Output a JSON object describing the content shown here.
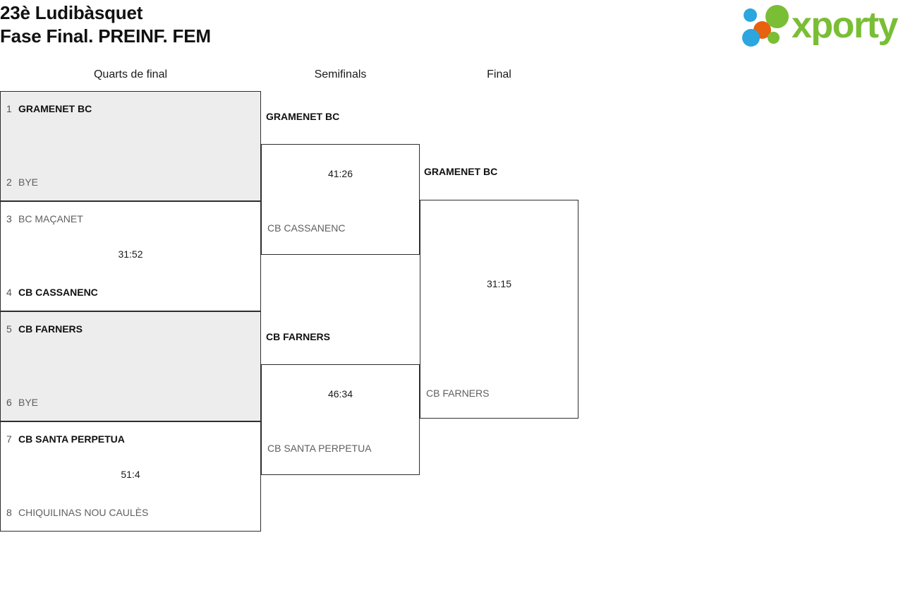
{
  "header": {
    "title_line1": "23è Ludibàsquet",
    "title_line2": "Fase Final. PREINF. FEM",
    "logo_word": "xporty",
    "logo_colors": {
      "blue": "#2BA6DE",
      "orange": "#E8610E",
      "green": "#79BE35"
    }
  },
  "rounds": [
    {
      "label": "Quarts de final"
    },
    {
      "label": "Semifinals"
    },
    {
      "label": "Final"
    }
  ],
  "bracket": {
    "quarterfinals": [
      {
        "shaded": true,
        "score": "",
        "teams": [
          {
            "seed": "1",
            "name": "GRAMENET BC",
            "winner": true
          },
          {
            "seed": "2",
            "name": "BYE",
            "winner": false
          }
        ]
      },
      {
        "shaded": false,
        "score": "31:52",
        "teams": [
          {
            "seed": "3",
            "name": "BC MAÇANET",
            "winner": false
          },
          {
            "seed": "4",
            "name": "CB CASSANENC",
            "winner": true
          }
        ]
      },
      {
        "shaded": true,
        "score": "",
        "teams": [
          {
            "seed": "5",
            "name": "CB FARNERS",
            "winner": true
          },
          {
            "seed": "6",
            "name": "BYE",
            "winner": false
          }
        ]
      },
      {
        "shaded": false,
        "score": "51:4",
        "teams": [
          {
            "seed": "7",
            "name": "CB SANTA PERPETUA",
            "winner": true
          },
          {
            "seed": "8",
            "name": "CHIQUILINAS NOU CAULÈS",
            "winner": false
          }
        ]
      }
    ],
    "semifinals": [
      {
        "score": "41:26",
        "top_team": {
          "name": "GRAMENET BC",
          "winner": true
        },
        "bottom_team": {
          "name": "CB CASSANENC",
          "winner": false
        }
      },
      {
        "score": "46:34",
        "top_team": {
          "name": "CB FARNERS",
          "winner": true
        },
        "bottom_team": {
          "name": "CB SANTA PERPETUA",
          "winner": false
        }
      }
    ],
    "final": {
      "score": "31:15",
      "top_team": {
        "name": "GRAMENET BC",
        "winner": true
      },
      "bottom_team": {
        "name": "CB FARNERS",
        "winner": false
      }
    }
  }
}
